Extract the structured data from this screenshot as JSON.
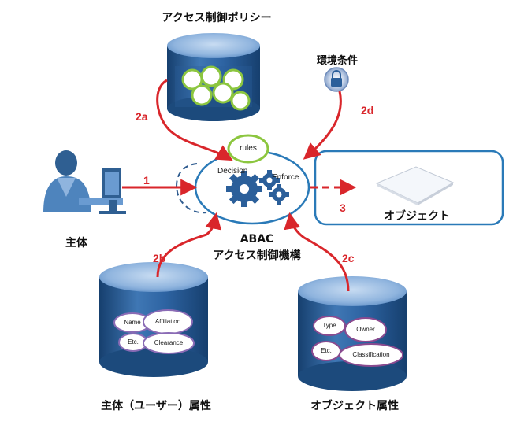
{
  "title": {
    "policy": "アクセス制御ポリシー",
    "environment": "環境条件"
  },
  "labels": {
    "subject": "主体",
    "engine_line1": "ABAC",
    "engine_line2": "アクセス制御機構",
    "object": "オブジェクト",
    "subject_attrs": "主体（ユーザー）属性",
    "object_attrs": "オブジェクト属性"
  },
  "engine": {
    "rules": "rules",
    "decision": "Decision",
    "enforce": "Enforce"
  },
  "arrows": {
    "a1": "1",
    "a2a": "2a",
    "a2b": "2b",
    "a2c": "2c",
    "a2d": "2d",
    "a3": "3"
  },
  "subject_attr_items": {
    "name": "Name",
    "affiliation": "Affiliation",
    "etc": "Etc.",
    "clearance": "Clearance"
  },
  "object_attr_items": {
    "type": "Type",
    "owner": "Owner",
    "etc": "Etc.",
    "classification": "Classification"
  },
  "colors": {
    "arrow": "#d9262b",
    "db_dark": "#1f4f84",
    "db_light": "#9cc1e6",
    "engine_stroke": "#2a7ab8",
    "gear": "#2b5f9a"
  }
}
